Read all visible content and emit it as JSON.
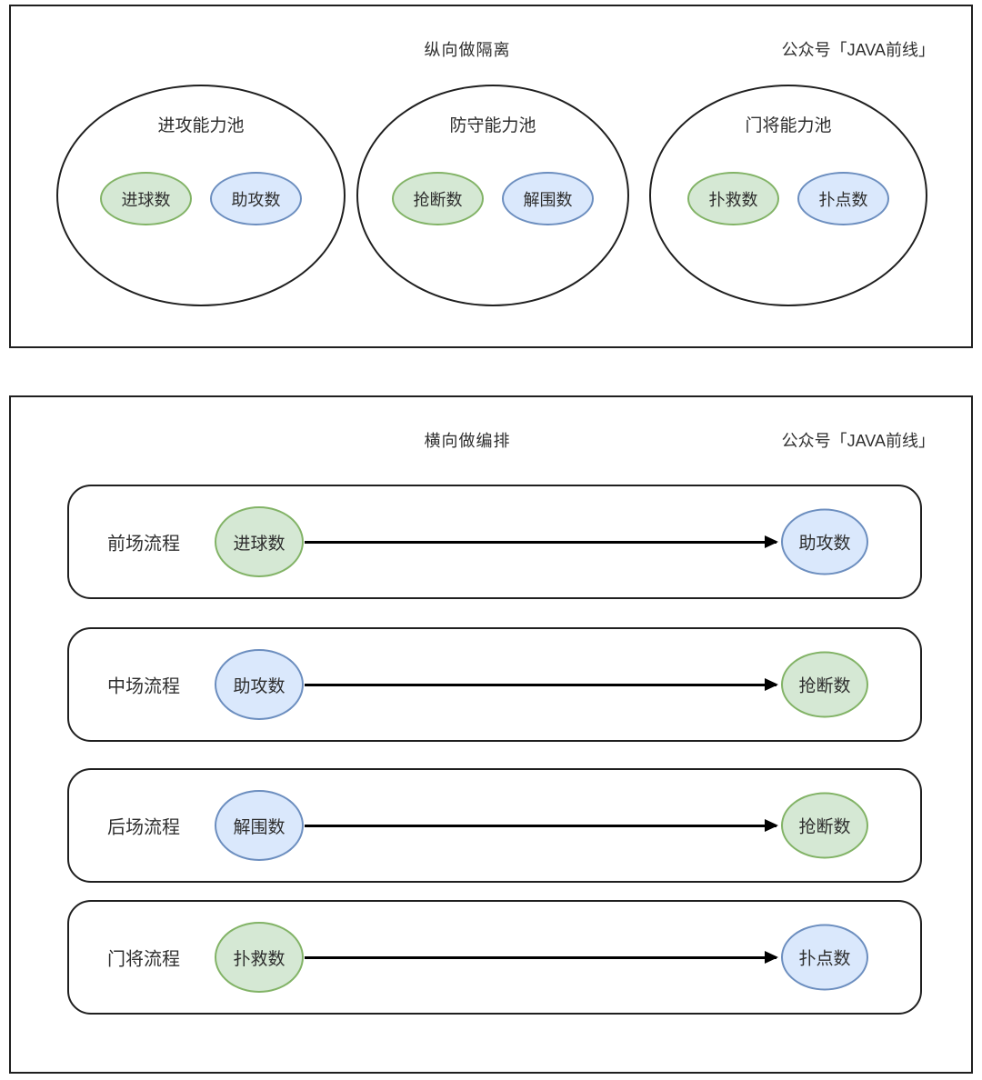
{
  "colors": {
    "green_fill": "#d5e8d4",
    "green_border": "#82b366",
    "blue_fill": "#dae8fc",
    "blue_border": "#6c8ebf",
    "outline": "#1f1f1f",
    "arrow": "#000000",
    "text": "#2e2e2e"
  },
  "top_panel": {
    "title": "纵向做隔离",
    "watermark": "公众号「JAVA前线」",
    "pools": [
      {
        "name": "进攻能力池",
        "items": [
          {
            "label": "进球数",
            "color": "green"
          },
          {
            "label": "助攻数",
            "color": "blue"
          }
        ]
      },
      {
        "name": "防守能力池",
        "items": [
          {
            "label": "抢断数",
            "color": "green"
          },
          {
            "label": "解围数",
            "color": "blue"
          }
        ]
      },
      {
        "name": "门将能力池",
        "items": [
          {
            "label": "扑救数",
            "color": "green"
          },
          {
            "label": "扑点数",
            "color": "blue"
          }
        ]
      }
    ]
  },
  "bottom_panel": {
    "title": "横向做编排",
    "watermark": "公众号「JAVA前线」",
    "flows": [
      {
        "name": "前场流程",
        "from": {
          "label": "进球数",
          "color": "green"
        },
        "to": {
          "label": "助攻数",
          "color": "blue"
        }
      },
      {
        "name": "中场流程",
        "from": {
          "label": "助攻数",
          "color": "blue"
        },
        "to": {
          "label": "抢断数",
          "color": "green"
        }
      },
      {
        "name": "后场流程",
        "from": {
          "label": "解围数",
          "color": "blue"
        },
        "to": {
          "label": "抢断数",
          "color": "green"
        }
      },
      {
        "name": "门将流程",
        "from": {
          "label": "扑救数",
          "color": "green"
        },
        "to": {
          "label": "扑点数",
          "color": "blue"
        }
      }
    ]
  }
}
